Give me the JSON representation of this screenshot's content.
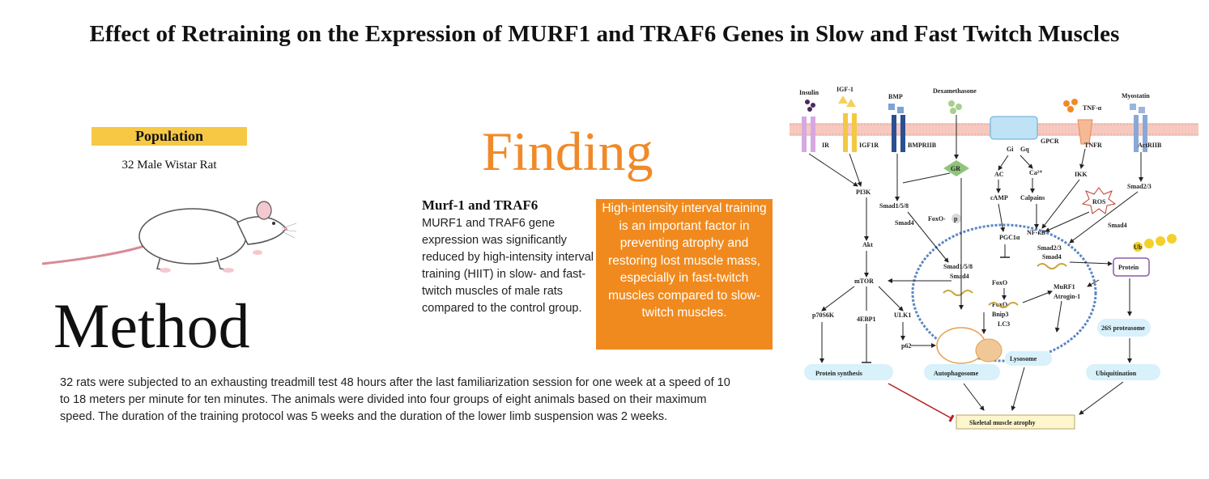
{
  "title": "Effect of Retraining on the Expression of MURF1 and TRAF6 Genes in Slow and Fast Twitch Muscles",
  "population": {
    "label": "Population",
    "text": "32 Male Wistar Rat"
  },
  "method": {
    "heading": "Method",
    "text": "32 rats were subjected to an exhausting treadmill test 48 hours after the last familiarization session for one week at a speed of 10 to 18 meters per minute for ten minutes. The animals were divided into four groups of eight animals based on their maximum speed. The duration of the training protocol was 5 weeks and the duration of the lower limb suspension was 2 weeks."
  },
  "finding": {
    "heading": "Finding",
    "subheading": "Murf-1 and TRAF6",
    "text": "MURF1 and TRAF6 gene expression was significantly reduced by high-intensity interval training (HIIT) in slow- and fast-twitch muscles of male rats compared to the control group.",
    "highlight": "High-intensity interval training is an important factor in preventing atrophy and restoring lost muscle mass, especially in fast-twitch muscles compared to slow-twitch muscles."
  },
  "pathway": {
    "ligands": {
      "insulin": "Insulin",
      "igf1": "IGF-1",
      "bmp": "BMP",
      "dexamethasone": "Dexamethasone",
      "tnf": "TNF-α",
      "myostatin": "Myostatin"
    },
    "receptors": {
      "ir": "IR",
      "igf1r": "IGF1R",
      "bmpriib": "BMPRIIB",
      "gpcr": "GPCR",
      "gi": "Gi",
      "gq": "Gq",
      "tnfr": "TNFR",
      "actriib": "ActRIIB"
    },
    "nodes": {
      "gr": "GR",
      "pi3k": "PI3K",
      "smad158": "Smad1/5/8",
      "smad4": "Smad4",
      "foxop": "FoxO-",
      "p": "p",
      "ac": "AC",
      "ca": "Ca²⁺",
      "camp": "cAMP",
      "calpains": "Calpains",
      "ikk": "IKK",
      "ros": "ROS",
      "smad23": "Smad2/3",
      "akt": "Akt",
      "pgc1a": "PGC1α",
      "nfkb": "NF-κB",
      "smad4_b": "Smad4",
      "smad23_in": "Smad2/3",
      "smad4_in": "Smad4",
      "protein": "Protein",
      "ub": "Ub",
      "mtor": "mTOR",
      "smad158_in": "Smad1/5/8",
      "smad4_in2": "Smad4",
      "foxo_in": "FoxO",
      "foxo_in2": "FoxO",
      "murf1": "MuRF1",
      "atrogin": "Atrogin-1",
      "bnip3": "Bnip3",
      "lc3": "LC3",
      "p70s6k": "p70S6K",
      "4ebp1": "4EBP1",
      "ulk1": "ULK1",
      "p62": "p62",
      "proteasome": "26S proteasome",
      "lysosome": "Lysosome",
      "protein_synthesis": "Protein synthesis",
      "autophagosome": "Autophagosome",
      "ubiquitination": "Ubiquitination",
      "atrophy": "Skeletal muscle atrophy"
    }
  }
}
